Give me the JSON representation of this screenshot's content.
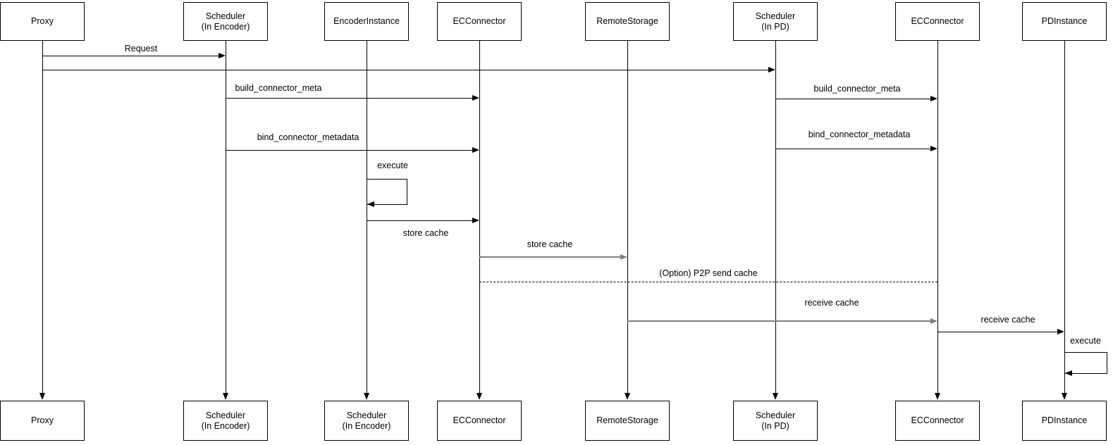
{
  "diagram": {
    "type": "sequence-diagram",
    "colors": {
      "background": "#ffffff",
      "line": "#000000",
      "secondary_line": "#808080",
      "text": "#000000"
    }
  },
  "actors": [
    {
      "id": "proxy",
      "top_label": "Proxy",
      "bottom_label": "Proxy"
    },
    {
      "id": "scheduler-encoder",
      "top_label": "Scheduler\n(In Encoder)",
      "bottom_label": "Scheduler\n(In Encoder)"
    },
    {
      "id": "encoder-instance",
      "top_label": "EncoderInstance",
      "bottom_label": "Scheduler\n(In Encoder)"
    },
    {
      "id": "ec-connector-1",
      "top_label": "ECConnector",
      "bottom_label": "ECConnector"
    },
    {
      "id": "remote-storage",
      "top_label": "RemoteStorage",
      "bottom_label": "RemoteStorage"
    },
    {
      "id": "scheduler-pd",
      "top_label": "Scheduler\n(In PD)",
      "bottom_label": "Scheduler\n(In PD)"
    },
    {
      "id": "ec-connector-2",
      "top_label": "ECConnector",
      "bottom_label": "ECConnector"
    },
    {
      "id": "pd-instance",
      "top_label": "PDInstance",
      "bottom_label": "PDInstance"
    }
  ],
  "messages": [
    {
      "label": "Request",
      "from": "Proxy",
      "to": "Scheduler (In Encoder)",
      "style": "solid"
    },
    {
      "label": "",
      "from": "Proxy",
      "to": "Scheduler (In PD)",
      "style": "solid"
    },
    {
      "label": "build_connector_meta",
      "from": "Scheduler (In Encoder)",
      "to": "ECConnector",
      "style": "solid"
    },
    {
      "label": "build_connector_meta",
      "from": "Scheduler (In PD)",
      "to": "ECConnector",
      "style": "solid"
    },
    {
      "label": "bind_connector_metadata",
      "from": "Scheduler (In Encoder)",
      "to": "ECConnector",
      "style": "solid"
    },
    {
      "label": "bind_connector_metadata",
      "from": "Scheduler (In PD)",
      "to": "ECConnector",
      "style": "solid"
    },
    {
      "label": "execute",
      "from": "EncoderInstance",
      "to": "EncoderInstance",
      "style": "self-loop"
    },
    {
      "label": "store cache",
      "from": "EncoderInstance",
      "to": "ECConnector",
      "style": "solid"
    },
    {
      "label": "store cache",
      "from": "ECConnector",
      "to": "RemoteStorage",
      "style": "solid-gray"
    },
    {
      "label": "(Option) P2P send cache",
      "from": "ECConnector",
      "to": "ECConnector",
      "style": "dashed"
    },
    {
      "label": "receive cache",
      "from": "RemoteStorage",
      "to": "ECConnector",
      "style": "solid-gray"
    },
    {
      "label": "receive cache",
      "from": "ECConnector",
      "to": "PDInstance",
      "style": "solid"
    },
    {
      "label": "execute",
      "from": "PDInstance",
      "to": "PDInstance",
      "style": "self-loop"
    }
  ]
}
